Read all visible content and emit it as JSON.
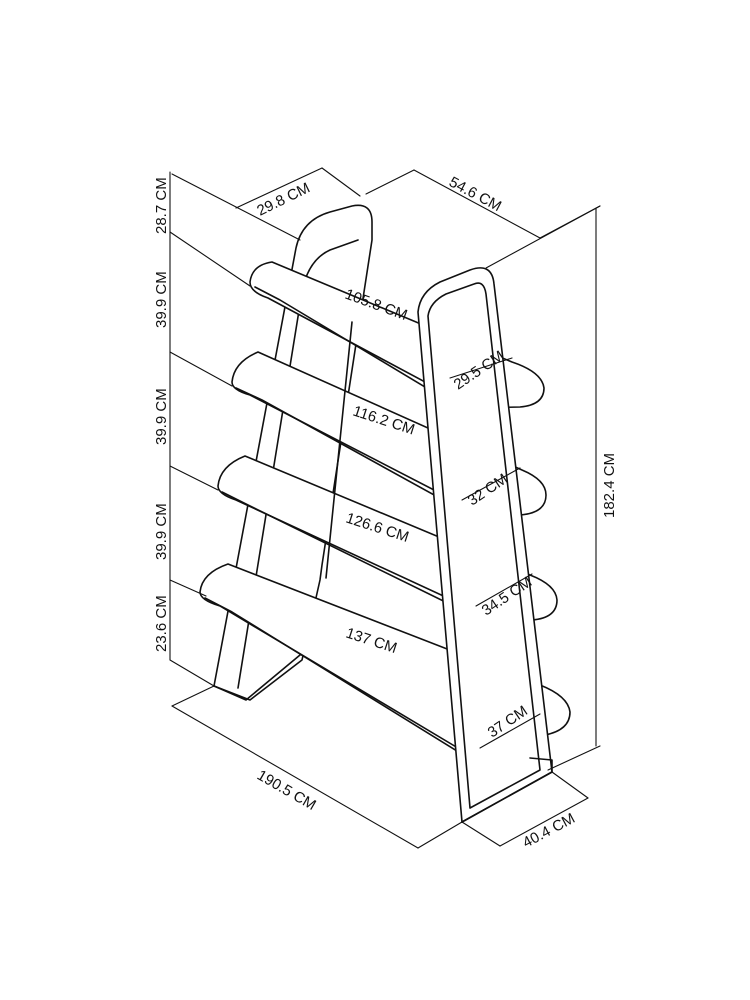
{
  "diagram": {
    "dimensions": {
      "depth_top": "29.8 CM",
      "top_width": "54.6 CM",
      "total_height": "182.4 CM",
      "base_width": "190.5 CM",
      "base_depth": "40.4 CM",
      "gap_top": "28.7 CM",
      "gap_1": "39.9 CM",
      "gap_2": "39.9 CM",
      "gap_3": "39.9 CM",
      "gap_bottom": "23.6 CM"
    },
    "shelves": [
      {
        "length": "105.8 CM",
        "depth": "29.5 CM"
      },
      {
        "length": "116.2 CM",
        "depth": "32 CM"
      },
      {
        "length": "126.6 CM",
        "depth": "34.5 CM"
      },
      {
        "length": "137 CM",
        "depth": "37 CM"
      }
    ]
  }
}
